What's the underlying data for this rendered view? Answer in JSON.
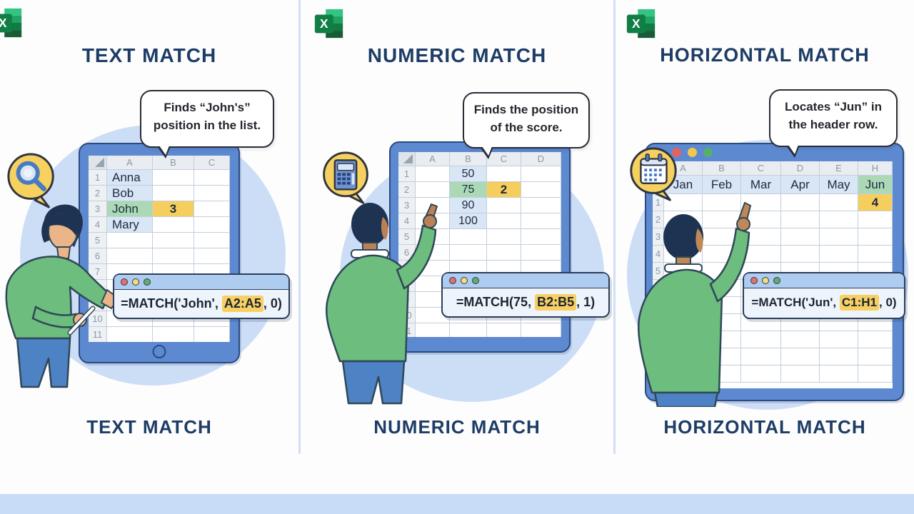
{
  "page": {
    "colors": {
      "title_navy": "#1d3c66",
      "highlight_yellow": "#f6ce5d",
      "highlight_green": "#abd9b6",
      "cell_blue": "#d9e6f6",
      "frame_blue": "#5d89d1",
      "blob_blue": "#ccddf6",
      "bottom_bar_blue": "#c9dcf7"
    }
  },
  "panels": [
    {
      "title": "TEXT MATCH",
      "footer": "TEXT MATCH",
      "excel_icon": "excel-logo",
      "icon": "magnifier-icon",
      "bubble_lines": [
        "Finds “John's”",
        "position in the list."
      ],
      "device": "tablet",
      "grid": {
        "columns": [
          "A",
          "B",
          "C"
        ],
        "num_rows": 11,
        "cells": {
          "A1": {
            "t": "Anna",
            "bg": "blue"
          },
          "A2": {
            "t": "Bob",
            "bg": "blue"
          },
          "A3": {
            "t": "John",
            "bg": "green"
          },
          "A4": {
            "t": "Mary",
            "bg": "blue"
          },
          "B3": {
            "t": "3",
            "bg": "yellow",
            "b": true
          }
        }
      },
      "formula": {
        "prefix": "=MATCH('John', ",
        "highlight": "A2:A5",
        "suffix": ", 0)"
      }
    },
    {
      "title": "NUMERIC MATCH",
      "footer": "NUMERIC MATCH",
      "excel_icon": "excel-logo",
      "icon": "calculator-icon",
      "bubble_lines": [
        "Finds the position",
        "of the score."
      ],
      "device": "window",
      "grid": {
        "columns": [
          "A",
          "B",
          "C",
          "D"
        ],
        "num_rows": 11,
        "cells": {
          "B1": {
            "t": "50",
            "bg": "blue"
          },
          "B2": {
            "t": "75",
            "bg": "green"
          },
          "B3": {
            "t": "90",
            "bg": "blue"
          },
          "B4": {
            "t": "100",
            "bg": "blue"
          },
          "C2": {
            "t": "2",
            "bg": "yellow",
            "b": true
          }
        }
      },
      "formula": {
        "prefix": "=MATCH(75, ",
        "highlight": "B2:B5",
        "suffix": ", 1)"
      }
    },
    {
      "title": "HORIZONTAL MATCH",
      "footer": "HORIZONTAL MATCH",
      "excel_icon": "excel-logo",
      "icon": "calendar-icon",
      "bubble_lines": [
        "Locates “Jun” in",
        "the header row."
      ],
      "device": "window-with-titlebar",
      "grid": {
        "columns": [
          "A",
          "B",
          "C",
          "D",
          "E",
          "H"
        ],
        "num_rows": 11,
        "header_row": {
          "cells": [
            {
              "t": "Jan",
              "bg": "blue"
            },
            {
              "t": "Feb",
              "bg": "blue"
            },
            {
              "t": "Mar",
              "bg": "blue"
            },
            {
              "t": "Apr",
              "bg": "blue"
            },
            {
              "t": "May",
              "bg": "blue"
            },
            {
              "t": "Jun",
              "bg": "green"
            }
          ]
        },
        "cells": {
          "H1": {
            "t": "4",
            "bg": "yellow",
            "b": true
          }
        }
      },
      "formula": {
        "prefix": "=MATCH('Jun', ",
        "highlight": "C1:H1",
        "suffix": ", 0)"
      }
    }
  ]
}
